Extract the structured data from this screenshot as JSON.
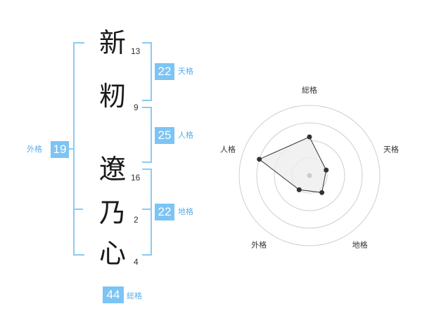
{
  "name_chars": [
    {
      "char": "新",
      "strokes": "13"
    },
    {
      "char": "籾",
      "strokes": "9"
    },
    {
      "char": "遼",
      "strokes": "16"
    },
    {
      "char": "乃",
      "strokes": "2"
    },
    {
      "char": "心",
      "strokes": "4"
    }
  ],
  "kaku": {
    "tenkaku": {
      "value": "22",
      "label": "天格"
    },
    "jinkaku": {
      "value": "25",
      "label": "人格"
    },
    "chikaku": {
      "value": "22",
      "label": "地格"
    },
    "gaikaku": {
      "value": "19",
      "label": "外格"
    },
    "soukaku": {
      "value": "44",
      "label": "総格"
    }
  },
  "colors": {
    "badge": "#7cc4f4",
    "bracket": "#8ccaf2",
    "radar_ring": "#cfcfcf",
    "radar_fill": "#eeeeee",
    "radar_point": "#333333"
  },
  "chart_data": {
    "type": "radar",
    "axes": [
      "総格",
      "天格",
      "地格",
      "外格",
      "人格"
    ],
    "rings": 4,
    "values": [
      2.2,
      1.0,
      1.2,
      1.0,
      3.0
    ],
    "max": 4
  }
}
